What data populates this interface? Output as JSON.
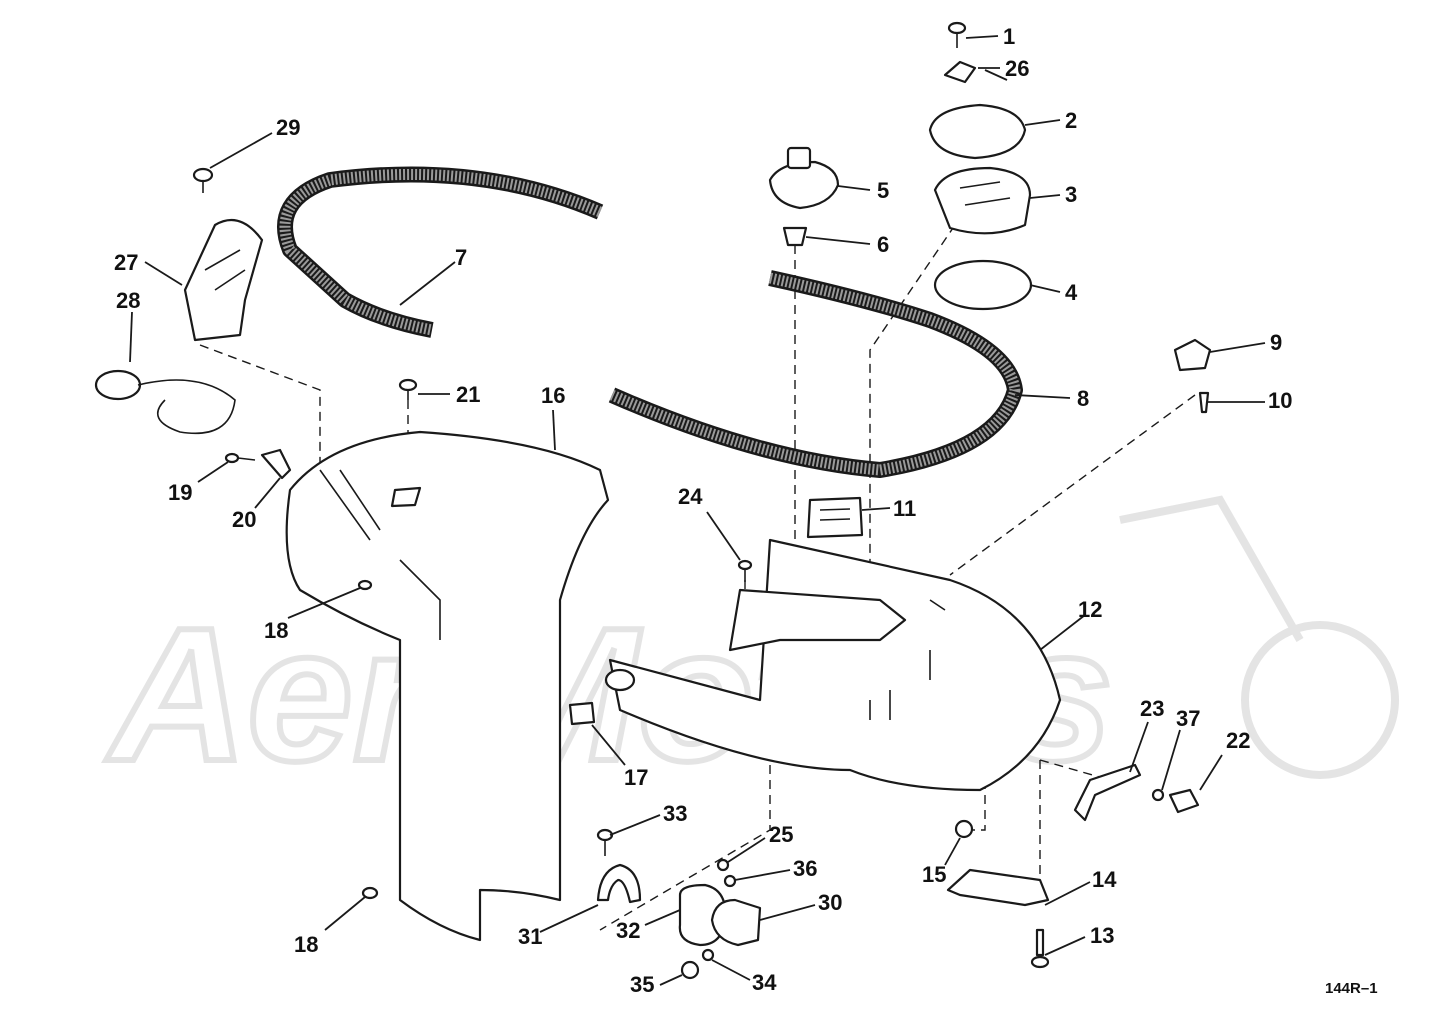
{
  "watermark": {
    "text": "AeriMotors"
  },
  "diagram": {
    "code": "144R–1",
    "callouts": [
      {
        "id": "c1",
        "text": "1"
      },
      {
        "id": "c2",
        "text": "2"
      },
      {
        "id": "c3",
        "text": "3"
      },
      {
        "id": "c4",
        "text": "4"
      },
      {
        "id": "c5",
        "text": "5"
      },
      {
        "id": "c6",
        "text": "6"
      },
      {
        "id": "c7",
        "text": "7"
      },
      {
        "id": "c8",
        "text": "8"
      },
      {
        "id": "c9",
        "text": "9"
      },
      {
        "id": "c10",
        "text": "10"
      },
      {
        "id": "c11",
        "text": "11"
      },
      {
        "id": "c12",
        "text": "12"
      },
      {
        "id": "c13",
        "text": "13"
      },
      {
        "id": "c14",
        "text": "14"
      },
      {
        "id": "c15",
        "text": "15"
      },
      {
        "id": "c16",
        "text": "16"
      },
      {
        "id": "c17",
        "text": "17"
      },
      {
        "id": "c18a",
        "text": "18"
      },
      {
        "id": "c18b",
        "text": "18"
      },
      {
        "id": "c19",
        "text": "19"
      },
      {
        "id": "c20",
        "text": "20"
      },
      {
        "id": "c21",
        "text": "21"
      },
      {
        "id": "c22",
        "text": "22"
      },
      {
        "id": "c23",
        "text": "23"
      },
      {
        "id": "c24",
        "text": "24"
      },
      {
        "id": "c25",
        "text": "25"
      },
      {
        "id": "c26",
        "text": "26"
      },
      {
        "id": "c27",
        "text": "27"
      },
      {
        "id": "c28",
        "text": "28"
      },
      {
        "id": "c29",
        "text": "29"
      },
      {
        "id": "c30",
        "text": "30"
      },
      {
        "id": "c31",
        "text": "31"
      },
      {
        "id": "c32",
        "text": "32"
      },
      {
        "id": "c33",
        "text": "33"
      },
      {
        "id": "c34",
        "text": "34"
      },
      {
        "id": "c35",
        "text": "35"
      },
      {
        "id": "c36",
        "text": "36"
      },
      {
        "id": "c37",
        "text": "37"
      }
    ]
  }
}
